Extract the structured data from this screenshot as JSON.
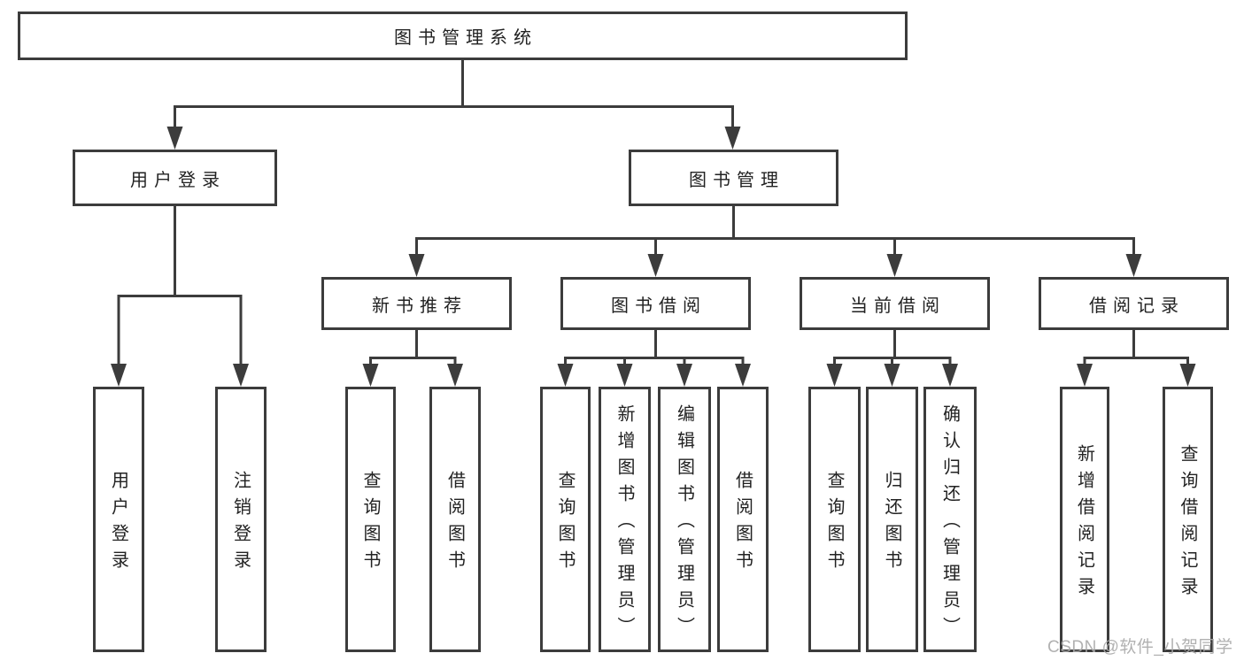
{
  "page": {
    "background": "#ffffff",
    "line_color": "#3c3c3c",
    "text_color": "#222222"
  },
  "watermark": {
    "text": "CSDN @软件_小贺同学",
    "color": "#a9a9a9"
  },
  "diagram": {
    "type": "hierarchy-tree",
    "root": {
      "label": "图书管理系统"
    },
    "branches": [
      {
        "label": "用户登录",
        "children": [
          {
            "label": "用户登录"
          },
          {
            "label": "注销登录"
          }
        ]
      },
      {
        "label": "图书管理",
        "children": [
          {
            "label": "新书推荐",
            "children": [
              {
                "label": "查询图书"
              },
              {
                "label": "借阅图书"
              }
            ]
          },
          {
            "label": "图书借阅",
            "children": [
              {
                "label": "查询图书"
              },
              {
                "label": "新增图书（管理员）"
              },
              {
                "label": "编辑图书（管理员）"
              },
              {
                "label": "借阅图书"
              }
            ]
          },
          {
            "label": "当前借阅",
            "children": [
              {
                "label": "查询图书"
              },
              {
                "label": "归还图书"
              },
              {
                "label": "确认归还（管理员）"
              }
            ]
          },
          {
            "label": "借阅记录",
            "children": [
              {
                "label": "新增借阅记录"
              },
              {
                "label": "查询借阅记录"
              }
            ]
          }
        ]
      }
    ]
  }
}
